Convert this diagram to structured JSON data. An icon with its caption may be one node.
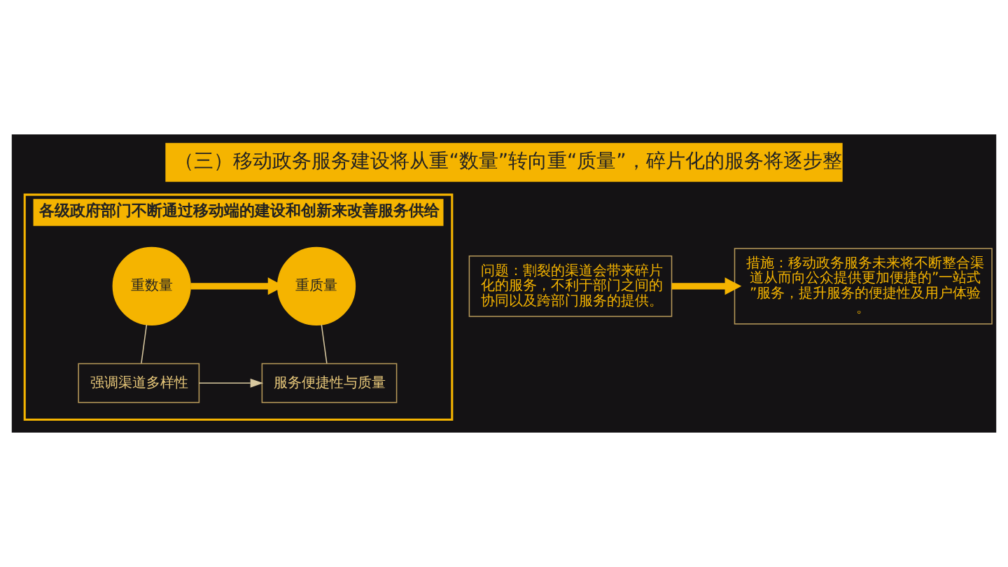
{
  "diagram": {
    "title": "（三）移动政务服务建设将从重“数量”转向重“质量”，碎片化的服务将逐步整",
    "nodes": [
      {
        "text": [
          "各级政府部门不断通过移动端的建设和创新来改善服务供给"
        ]
      },
      {
        "text": [
          "重数量"
        ],
        "in": 0
      },
      {
        "text": [
          "重质量"
        ],
        "in": 0
      },
      {
        "text": [
          "强调渠道多样性"
        ],
        "in": 0
      },
      {
        "text": [
          "服务便捷性与质量"
        ],
        "in": 0
      },
      {
        "text": [
          "问题：割裂的渠道会带来碎片化的服务，不利于部门之间的协同以及跨部门服务的提供。"
        ]
      },
      {
        "text": [
          "措施：移动政务服务未来将不断整合渠道从而向公众提供更加便捷的”一站式”服务，提升服务的便捷性及用户体验。"
        ]
      }
    ],
    "edges": [
      {
        "from": 1,
        "to": 2,
        "arrow": "to",
        "style": "thick",
        "color": "#f5b400"
      },
      {
        "from": 1,
        "to": 3,
        "arrow": "none"
      },
      {
        "from": 2,
        "to": 4,
        "arrow": "none"
      },
      {
        "from": 3,
        "to": 4,
        "arrow": "to"
      },
      {
        "from": 5,
        "to": 6,
        "arrow": "to",
        "style": "thick",
        "color": "#f5b400"
      }
    ]
  }
}
